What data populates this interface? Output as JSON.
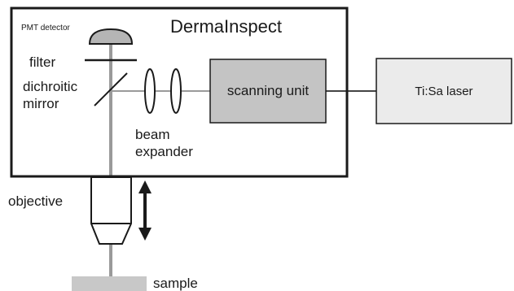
{
  "colors": {
    "stroke": "#1a1a1a",
    "beam": "#9a9a9a",
    "scanning_unit_fill": "#c4c4c4",
    "laser_fill": "#ebebeb",
    "sample_fill": "#c8c8c8",
    "detector_fill": "#b5b5b5"
  },
  "labels": {
    "box_title": "DermaInspect",
    "pmt_detector": "PMT detector",
    "filter": "filter",
    "dichroic_line1": "dichroitic",
    "dichroic_line2": "mirror",
    "beam_line1": "beam",
    "beam_line2": "expander",
    "scanning_unit": "scanning unit",
    "laser": "Ti:Sa laser",
    "objective": "objective",
    "sample": "sample"
  }
}
